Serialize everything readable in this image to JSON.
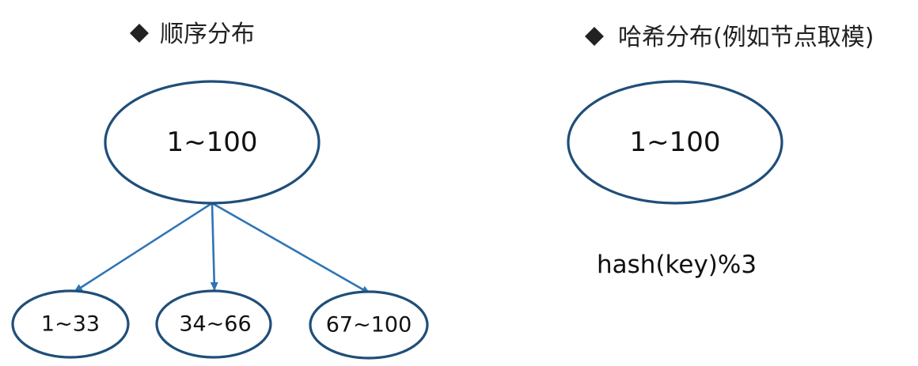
{
  "left_section": {
    "title": "顺序分布",
    "root": {
      "label": "1~100"
    },
    "children": [
      {
        "label": "1~33"
      },
      {
        "label": "34~66"
      },
      {
        "label": "67~100"
      }
    ]
  },
  "right_section": {
    "title": "哈希分布(例如节点取模)",
    "root": {
      "label": "1~100"
    },
    "formula": "hash(key)%3"
  },
  "colors": {
    "node_border": "#1f4e79",
    "edge": "#2e75b6",
    "text": "#111111"
  },
  "icons": {
    "bullet": "diamond-bullet-icon"
  }
}
